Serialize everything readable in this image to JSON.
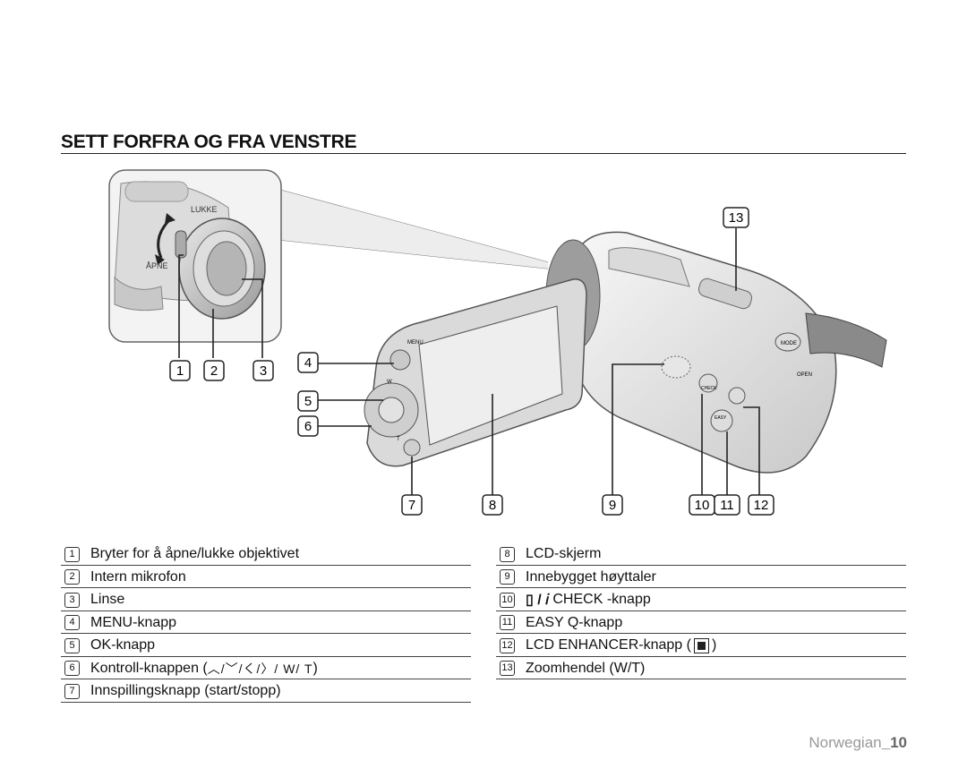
{
  "title": "SETT FORFRA OG FRA VENSTRE",
  "figure": {
    "inset_labels": {
      "close": "LUKKE",
      "open": "ÅPNE"
    },
    "camera_labels": {
      "menu": "MENU",
      "mode": "MODE",
      "open": "OPEN",
      "check": "CHECK",
      "easy": "EASY",
      "w": "W",
      "t": "T"
    },
    "callouts": [
      "1",
      "2",
      "3",
      "4",
      "5",
      "6",
      "7",
      "8",
      "9",
      "10",
      "11",
      "12",
      "13"
    ]
  },
  "legend_left": [
    {
      "n": "1",
      "text": "Bryter for å åpne/lukke objektivet"
    },
    {
      "n": "2",
      "text": "Intern mikrofon"
    },
    {
      "n": "3",
      "text": "Linse"
    },
    {
      "n": "4",
      "text": "MENU-knapp"
    },
    {
      "n": "5",
      "text": "OK-knapp"
    },
    {
      "n": "6",
      "text": "Kontroll-knappen (",
      "suffix": ")",
      "controls": "︿/﹀/く/〉/ W/ T"
    },
    {
      "n": "7",
      "text": "Innspillingsknapp (start/stopp)"
    }
  ],
  "legend_right": [
    {
      "n": "8",
      "text": "LCD-skjerm"
    },
    {
      "n": "9",
      "text": "Innebygget høyttaler"
    },
    {
      "n": "10",
      "icon": "▯ / 𝑖",
      "text": "CHECK -knapp"
    },
    {
      "n": "11",
      "text": "EASY Q-knapp"
    },
    {
      "n": "12",
      "text": "LCD ENHANCER-knapp (",
      "suffix": ")"
    },
    {
      "n": "13",
      "text": "Zoomhendel (W/T)"
    }
  ],
  "footer": {
    "language": "Norwegian",
    "page": "10"
  }
}
